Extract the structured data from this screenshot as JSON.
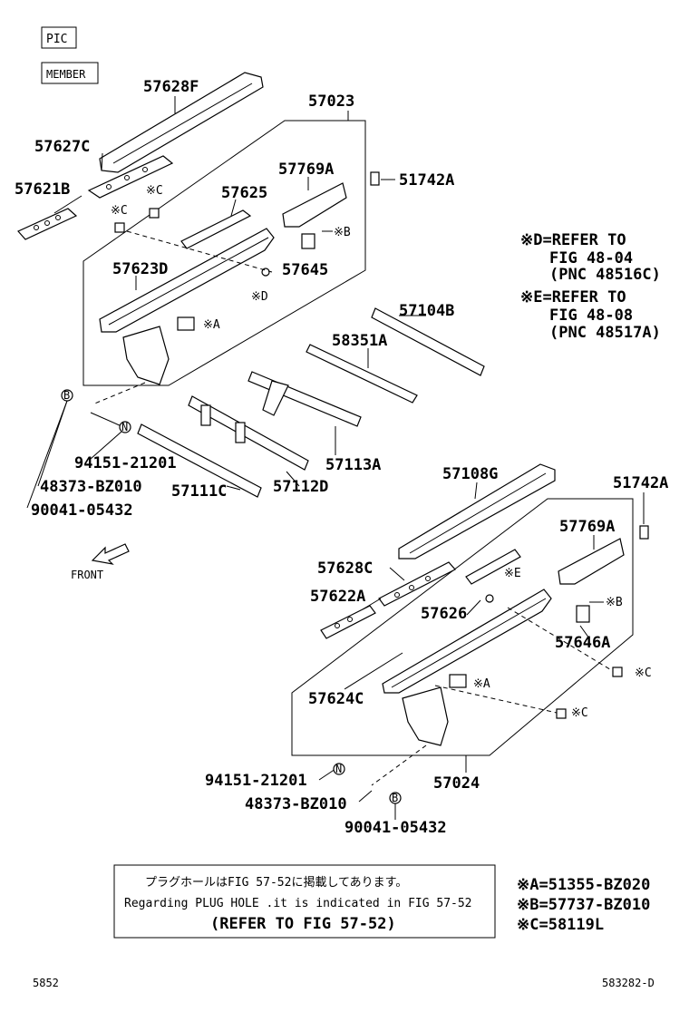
{
  "tags": {
    "pic": "PIC",
    "member": "MEMBER"
  },
  "upper_assembly": {
    "assembly": "57023",
    "parts": {
      "p1": "57628F",
      "p2": "57627C",
      "p3": "57621B",
      "p4": "57625",
      "p5": "57769A",
      "p6": "51742A",
      "p7": "57623D",
      "p8": "57645",
      "c1": "※C",
      "c2": "※C",
      "b": "※B",
      "d": "※D",
      "a": "※A"
    }
  },
  "middle": {
    "p1": "57104B",
    "p2": "58351A",
    "p3": "57113A",
    "p4": "57112D",
    "p5": "57111C",
    "p6": "94151-21201",
    "p7": "48373-BZ010",
    "p8": "90041-05432",
    "front": "FRONT"
  },
  "lower_assembly": {
    "assembly": "57024",
    "parts": {
      "p1": "57108G",
      "p2": "51742A",
      "p3": "57769A",
      "p4": "57628C",
      "p5": "57622A",
      "p6": "57626",
      "p7": "57646A",
      "p8": "57624C",
      "p9": "94151-21201",
      "p10": "48373-BZ010",
      "p11": "90041-05432",
      "e": "※E",
      "b": "※B",
      "c1": "※C",
      "c2": "※C",
      "a": "※A"
    }
  },
  "refer_notes": {
    "d1": "※D=REFER TO",
    "d2": "FIG 48-04",
    "d3": "(PNC 48516C)",
    "e1": "※E=REFER TO",
    "e2": "FIG 48-08",
    "e3": "(PNC 48517A)"
  },
  "note_box": {
    "line1": "プラグホールはFIG 57-52に掲載してあります。",
    "line2": "Regarding PLUG HOLE .it is indicated in FIG 57-52",
    "line3": "(REFER TO FIG 57-52)"
  },
  "legend": {
    "a": "※A=51355-BZ020",
    "b": "※B=57737-BZ010",
    "c": "※C=58119L"
  },
  "footer": {
    "left": "5852",
    "right": "583282-D"
  },
  "markers": {
    "b": "B",
    "n": "N"
  }
}
